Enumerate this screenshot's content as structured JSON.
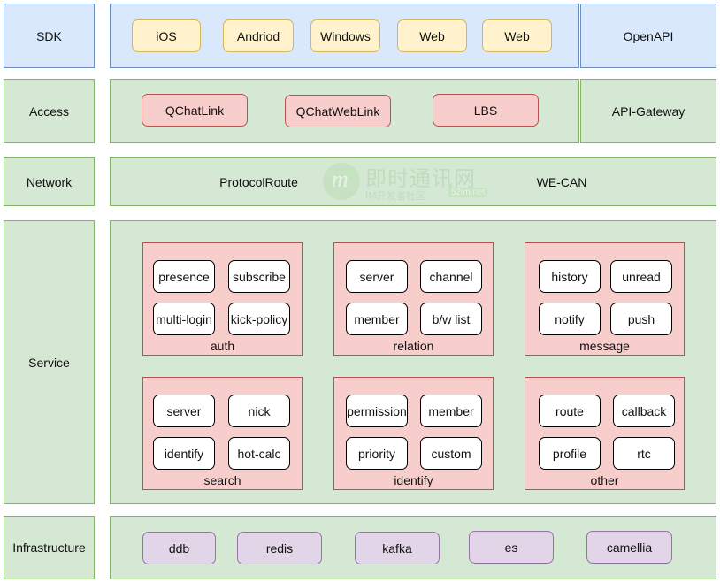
{
  "layers": {
    "sdk": "SDK",
    "access": "Access",
    "network": "Network",
    "service": "Service",
    "infrastructure": "Infrastructure"
  },
  "sdk_items": [
    "iOS",
    "Andriod",
    "Windows",
    "Web",
    "Web"
  ],
  "openapi": "OpenAPI",
  "access_items": [
    "QChatLink",
    "QChatWebLink",
    "LBS"
  ],
  "api_gateway": "API-Gateway",
  "network_items": [
    "ProtocolRoute",
    "WE-CAN"
  ],
  "service_groups": [
    {
      "title": "auth",
      "items": [
        "presence",
        "subscribe",
        "multi-login",
        "kick-policy"
      ]
    },
    {
      "title": "relation",
      "items": [
        "server",
        "channel",
        "member",
        "b/w list"
      ]
    },
    {
      "title": "message",
      "items": [
        "history",
        "unread",
        "notify",
        "push"
      ]
    },
    {
      "title": "search",
      "items": [
        "server",
        "nick",
        "identify",
        "hot-calc"
      ]
    },
    {
      "title": "identify",
      "items": [
        "permission",
        "member",
        "priority",
        "custom"
      ]
    },
    {
      "title": "other",
      "items": [
        "route",
        "callback",
        "profile",
        "rtc"
      ]
    }
  ],
  "infra_items": [
    "ddb",
    "redis",
    "kafka",
    "es",
    "camellia"
  ],
  "watermark": {
    "logo_letter": "m",
    "title": "即时通讯网",
    "subtitle": "IM开发者社区",
    "url": "52im.net"
  },
  "colors": {
    "blue_fill": "#dae8fc",
    "blue_stroke": "#6c8ebf",
    "green_fill": "#d5e8d4",
    "green_stroke": "#82b366",
    "yellow_fill": "#fff2cc",
    "yellow_stroke": "#d6b656",
    "pink_fill": "#f8cecc",
    "pink_stroke": "#b85450",
    "purple_fill": "#e1d5e7",
    "purple_stroke": "#9673a6"
  }
}
